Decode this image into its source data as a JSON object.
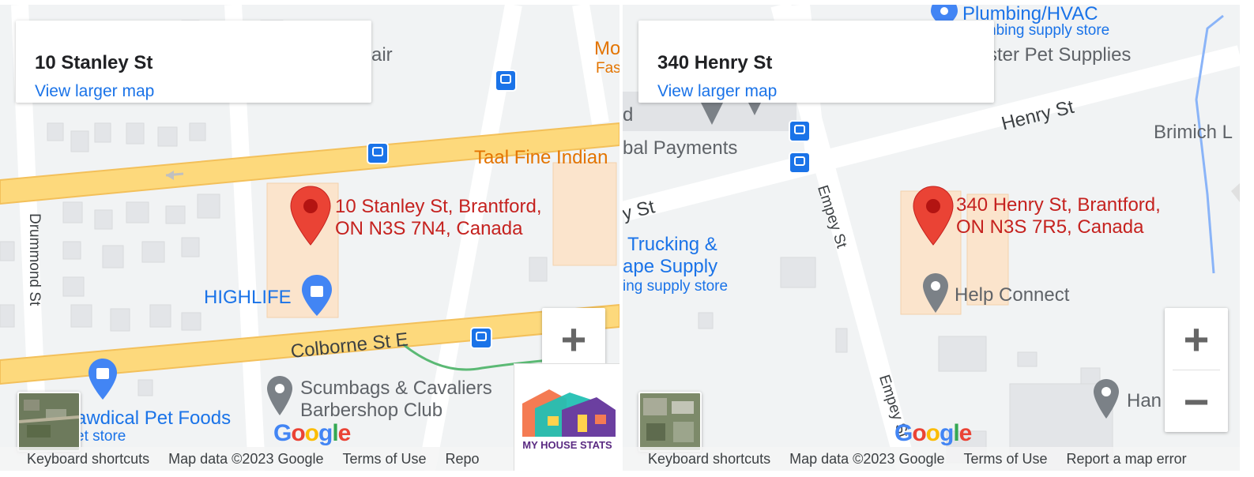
{
  "map_left": {
    "card": {
      "address": "10 Stanley St",
      "link": "View larger map"
    },
    "pin_label": [
      "10 Stanley St, Brantford,",
      "ON N3S 7N4, Canada"
    ],
    "streets": {
      "colborne": "Colborne St E",
      "drummond": "Drummond St"
    },
    "pois": {
      "taal": "Taal Fine Indian",
      "highlife": "HIGHLIFE",
      "scumbags_1": "Scumbags & Cavaliers",
      "scumbags_2": "Barbershop Club",
      "pawdical": "awdical Pet Foods",
      "pawdical_sub": "et store",
      "air": "air",
      "mo": "Mo",
      "fas": "Fas"
    },
    "logo_text": "MY HOUSE STATS",
    "footer": [
      "Keyboard shortcuts",
      "Map data ©2023 Google",
      "Terms of Use",
      "Repo"
    ]
  },
  "map_right": {
    "card": {
      "address": "340 Henry St",
      "link": "View larger map"
    },
    "pin_label": [
      "340 Henry St, Brantford,",
      "ON N3S 7R5, Canada"
    ],
    "streets": {
      "henry": "Henry St",
      "y_st": "y St",
      "empey_1": "Empey St",
      "empey_2": "Empey St"
    },
    "pois": {
      "plumbing": "Plumbing/HVAC",
      "plumbing_sub": "nbing supply store",
      "pet": "ster Pet Supplies",
      "brimich": "Brimich L",
      "payments": "bal Payments",
      "d": "d",
      "trucking_1": "Trucking &",
      "trucking_2": "ape Supply",
      "trucking_sub": "ing supply store",
      "help": "Help Connect",
      "ham": "Han"
    },
    "footer": [
      "Keyboard shortcuts",
      "Map data ©2023 Google",
      "Terms of Use",
      "Report a map error"
    ]
  },
  "zoom": {
    "plus": "+",
    "minus": "−"
  },
  "google": [
    "G",
    "o",
    "o",
    "g",
    "l",
    "e"
  ],
  "colors": {
    "road": "#fdd97c",
    "road_edge": "#f3c05a",
    "pin": "#ea4335",
    "link": "#1a73e8"
  }
}
